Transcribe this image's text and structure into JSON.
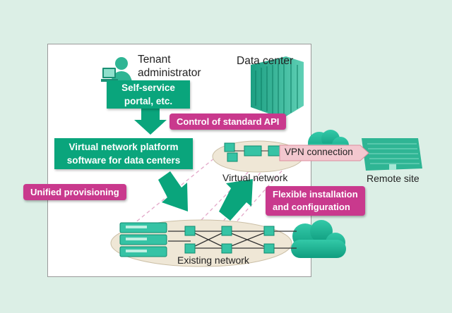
{
  "labels": {
    "tenant_line1": "Tenant",
    "tenant_line2": "administrator",
    "data_center": "Data center",
    "self_service_line1": "Self-service",
    "self_service_line2": "portal, etc.",
    "api_control": "Control of standard API",
    "platform_line1": "Virtual network platform",
    "platform_line2": "software for data centers",
    "vpn": "VPN connection",
    "virtual_network": "Virtual network",
    "remote_site": "Remote site",
    "unified": "Unified provisioning",
    "flexible_line1": "Flexible installation",
    "flexible_line2": "and configuration",
    "existing_network": "Existing network"
  },
  "colors": {
    "background": "#dcefe6",
    "green": "#0aa57c",
    "magenta": "#c9398d",
    "ellipse": "#efe7d6",
    "teal_device": "#36c3a5"
  },
  "icons": [
    "person-at-computer-icon",
    "building-icon",
    "cloud-icon",
    "switch-icon",
    "server-icon",
    "router-icon"
  ]
}
